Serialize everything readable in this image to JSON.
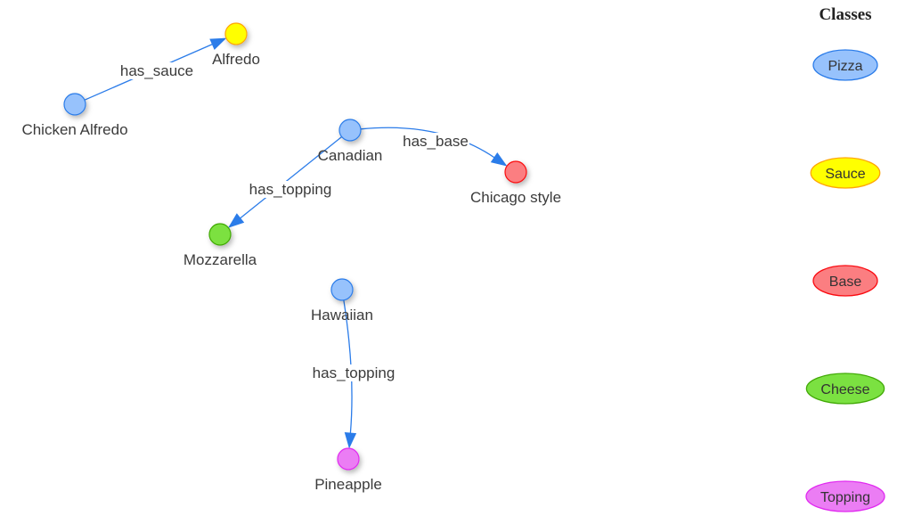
{
  "legend": {
    "title": "Classes",
    "classes": [
      {
        "id": "pizza",
        "label": "Pizza",
        "fill": "#97c2fc",
        "stroke": "#2b7ce9"
      },
      {
        "id": "sauce",
        "label": "Sauce",
        "fill": "#ffff00",
        "stroke": "#ffa500"
      },
      {
        "id": "base",
        "label": "Base",
        "fill": "#fb7e81",
        "stroke": "#fa0a10"
      },
      {
        "id": "cheese",
        "label": "Cheese",
        "fill": "#7be141",
        "stroke": "#41a906"
      },
      {
        "id": "topping",
        "label": "Topping",
        "fill": "#eb7df4",
        "stroke": "#e129f0"
      }
    ]
  },
  "nodes": [
    {
      "id": "chicken_alfredo",
      "label": "Chicken Alfredo",
      "class": "pizza"
    },
    {
      "id": "alfredo",
      "label": "Alfredo",
      "class": "sauce"
    },
    {
      "id": "canadian",
      "label": "Canadian",
      "class": "pizza"
    },
    {
      "id": "chicago_style",
      "label": "Chicago style",
      "class": "base"
    },
    {
      "id": "mozzarella",
      "label": "Mozzarella",
      "class": "cheese"
    },
    {
      "id": "hawaiian",
      "label": "Hawaiian",
      "class": "pizza"
    },
    {
      "id": "pineapple",
      "label": "Pineapple",
      "class": "topping"
    }
  ],
  "edges": [
    {
      "from": "chicken_alfredo",
      "to": "alfredo",
      "label": "has_sauce"
    },
    {
      "from": "canadian",
      "to": "chicago_style",
      "label": "has_base"
    },
    {
      "from": "canadian",
      "to": "mozzarella",
      "label": "has_topping"
    },
    {
      "from": "hawaiian",
      "to": "pineapple",
      "label": "has_topping"
    }
  ],
  "edge_color": "#2b7ce9"
}
